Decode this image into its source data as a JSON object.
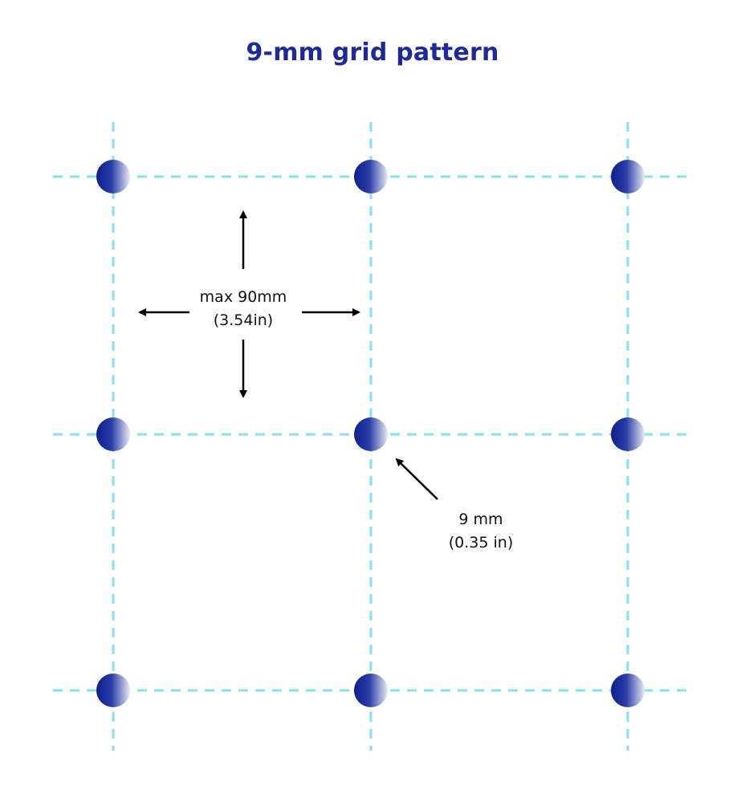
{
  "title": "9-mm grid pattern",
  "colors": {
    "title": "#1e2a9a",
    "grid_line": "#7fe3f0",
    "dot_dark": "#0d1f8c",
    "dot_light": "#e6ebf7",
    "arrow": "#000000"
  },
  "grid": {
    "rows": 3,
    "columns": 3,
    "line_style": "dashed"
  },
  "labels": {
    "spacing_line1": "max 90mm",
    "spacing_line2": "(3.54in)",
    "dot_size_line1": "9 mm",
    "dot_size_line2": "(0.35 in)"
  },
  "icons": {
    "dot": "gradient-circle",
    "arrow": "arrowhead"
  }
}
